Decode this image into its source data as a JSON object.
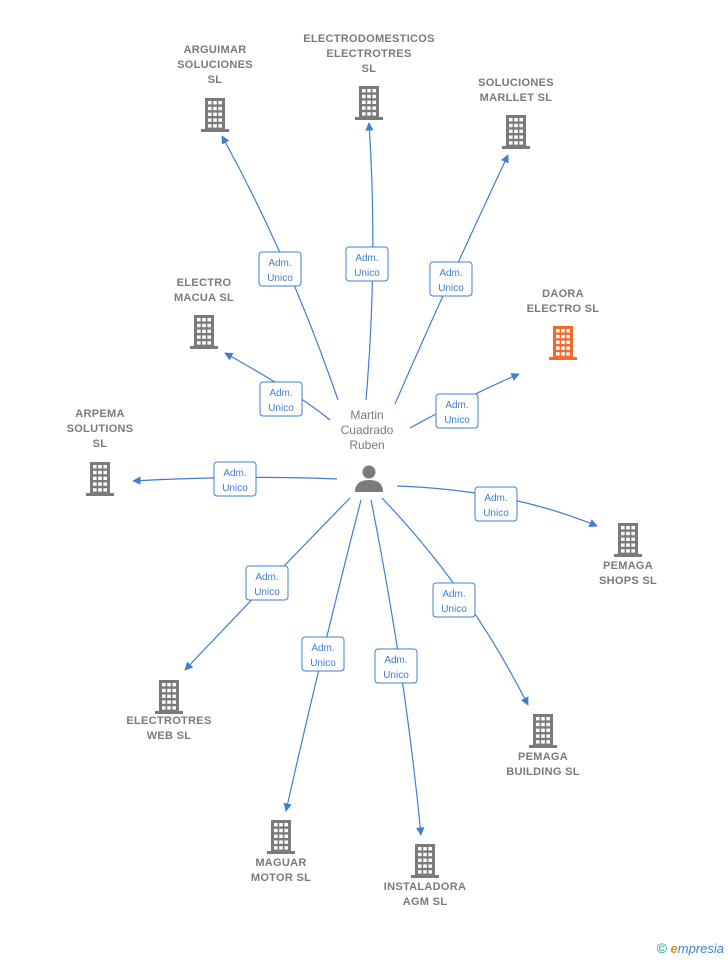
{
  "center": {
    "name_lines": [
      "Martin",
      "Cuadrado",
      "Ruben"
    ],
    "icon": "person-icon"
  },
  "edge_label_lines": [
    "Adm.",
    "Unico"
  ],
  "colors": {
    "edge": "#3d7fd1",
    "company": "#7a7a7a",
    "highlight": "#f26a2e"
  },
  "companies": [
    {
      "id": "arguimar",
      "name_lines": [
        "ARGUIMAR",
        "SOLUCIONES",
        "SL"
      ],
      "highlight": false
    },
    {
      "id": "electrodomesticos",
      "name_lines": [
        "ELECTRODOMESTICOS",
        "ELECTROTRES",
        "SL"
      ],
      "highlight": false
    },
    {
      "id": "soluciones-marllet",
      "name_lines": [
        "SOLUCIONES",
        "MARLLET  SL"
      ],
      "highlight": false
    },
    {
      "id": "daora-electro",
      "name_lines": [
        "DAORA",
        "ELECTRO  SL"
      ],
      "highlight": true
    },
    {
      "id": "electro-macua",
      "name_lines": [
        "ELECTRO",
        "MACUA  SL"
      ],
      "highlight": false
    },
    {
      "id": "arpema-solutions",
      "name_lines": [
        "ARPEMA",
        "SOLUTIONS",
        "SL"
      ],
      "highlight": false
    },
    {
      "id": "pemaga-shops",
      "name_lines": [
        "PEMAGA",
        "SHOPS  SL"
      ],
      "highlight": false
    },
    {
      "id": "electrotres-web",
      "name_lines": [
        "ELECTROTRES",
        "WEB  SL"
      ],
      "highlight": false
    },
    {
      "id": "pemaga-building",
      "name_lines": [
        "PEMAGA",
        "BUILDING  SL"
      ],
      "highlight": false
    },
    {
      "id": "maguar-motor",
      "name_lines": [
        "MAGUAR",
        "MOTOR  SL"
      ],
      "highlight": false
    },
    {
      "id": "instaladora-agm",
      "name_lines": [
        "INSTALADORA",
        "AGM  SL"
      ],
      "highlight": false
    }
  ],
  "footer": {
    "copyright": "©",
    "brand_e": "e",
    "brand_rest": "mpresia"
  }
}
